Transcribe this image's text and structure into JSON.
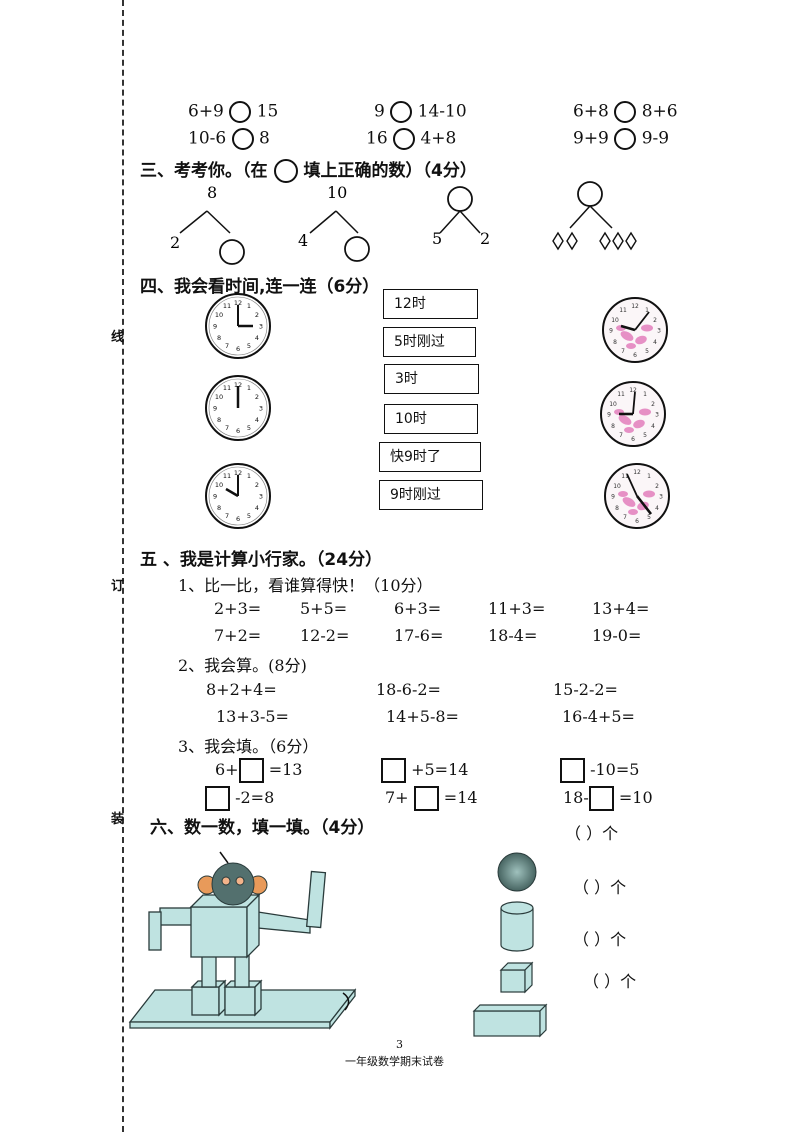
{
  "side_labels": [
    "线",
    "订",
    "装"
  ],
  "compare": {
    "row1": [
      {
        "left": "6+9",
        "right": "15"
      },
      {
        "left": "9",
        "right": "14-10"
      },
      {
        "left": "6+8",
        "right": "8+6"
      }
    ],
    "row2": [
      {
        "left": "10-6",
        "right": "8"
      },
      {
        "left": "16",
        "right": "4+8"
      },
      {
        "left": "9+9",
        "right": "9-9"
      }
    ]
  },
  "section3": {
    "title_a": "三、考考你。（在",
    "title_b": "填上正确的数）（4分）",
    "trees": [
      {
        "top": "8",
        "left": "2",
        "right": ""
      },
      {
        "top": "10",
        "left": "4",
        "right": ""
      },
      {
        "top": "",
        "left": "5",
        "right": "2"
      }
    ]
  },
  "section4": {
    "title": "四、我会看时间,连一连（6分）",
    "labels": [
      "12时",
      "5时刚过",
      "3时",
      "10时",
      "快9时了",
      "9时刚过"
    ]
  },
  "section5": {
    "title": "五 、我是计算小行家。（24分）",
    "sub1": "1、比一比，看谁算得快！（10分）",
    "row1": [
      "2+3=",
      "5+5=",
      "6+3=",
      "11+3=",
      "13+4="
    ],
    "row2": [
      "7+2=",
      "12-2=",
      "17-6=",
      "18-4=",
      "19-0="
    ],
    "sub2": "2、我会算。(8分)",
    "row3": [
      "8+2+4=",
      "18-6-2=",
      "15-2-2="
    ],
    "row4": [
      "13+3-5=",
      "14+5-8=",
      "16-4+5="
    ],
    "sub3": "3、我会填。（6分）",
    "fill1": {
      "a_pre": "6+",
      "a_post": "=13",
      "b_post": "+5=14",
      "c_post": "-10=5"
    },
    "fill2": {
      "a_post": "-2=8",
      "b_pre": "7+",
      "b_post": "=14",
      "c_pre": "18-",
      "c_post": "=10"
    }
  },
  "section6": {
    "title": "六、数一数，填一填。（4分）",
    "count_label": "（    ）个"
  },
  "footer": {
    "page": "3",
    "caption": "一年级数学期末试卷"
  },
  "colors": {
    "robot_fill": "#bfe3e1",
    "robot_stroke": "#2a3b3b",
    "sphere": "#4f6868",
    "clock_pink": "#e06fb4"
  }
}
